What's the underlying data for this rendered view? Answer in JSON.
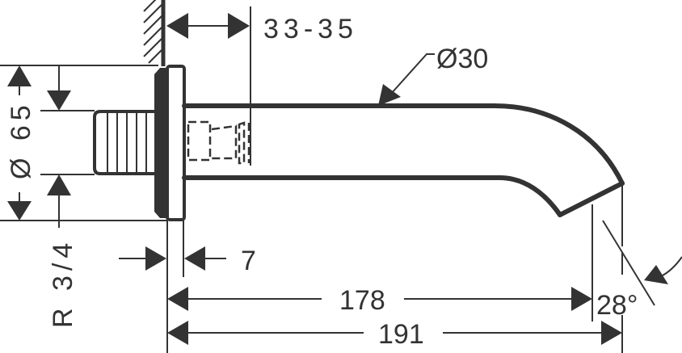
{
  "drawing": {
    "subject": "wall-mounted bath spout dimension drawing",
    "line_color": "#333333",
    "background": "#ffffff"
  },
  "dimensions": {
    "wall_projection": "33-35",
    "pipe_diameter": "Ø30",
    "flange_diameter": "Ø 65",
    "thread": "R 3/4",
    "flange_thickness": "7",
    "projection_inner": "178",
    "projection_total": "191",
    "outlet_angle": "28°"
  }
}
